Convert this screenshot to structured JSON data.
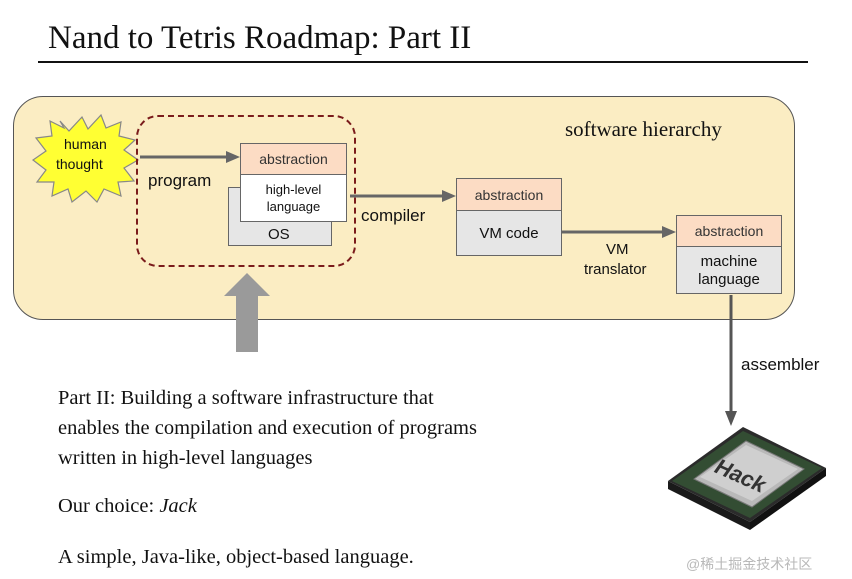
{
  "slide": {
    "title": "Nand to Tetris Roadmap: Part II"
  },
  "diagram": {
    "panel_label": "software hierarchy",
    "burst_line1": "human",
    "burst_line2": "thought",
    "program_label": "program",
    "hl_abstraction": "abstraction",
    "hl_line1": "high-level",
    "hl_line2": "language",
    "os_label": "OS",
    "compiler_label": "compiler",
    "vm_abstraction": "abstraction",
    "vm_label": "VM code",
    "vmtrans_line1": "VM",
    "vmtrans_line2": "translator",
    "ml_abstraction": "abstraction",
    "ml_line1": "machine",
    "ml_line2": "language",
    "assembler_label": "assembler",
    "chip_label": "Hack"
  },
  "text": {
    "line1": "Part II: Building a software infrastructure that",
    "line2": "enables the compilation and execution of programs",
    "line3": "written in high-level languages",
    "choice_prefix": "Our choice: ",
    "choice_value": "Jack",
    "summary": "A simple, Java-like, object-based language."
  },
  "watermark": "@稀土掘金技术社区",
  "colors": {
    "panel_fill": "#fbedc3",
    "abstraction_fill": "#fcdcc4",
    "grey_fill": "#e6e6e6",
    "burst_fill": "#ffff33",
    "dashed_border": "#7a1b1b",
    "arrow": "#666666"
  }
}
